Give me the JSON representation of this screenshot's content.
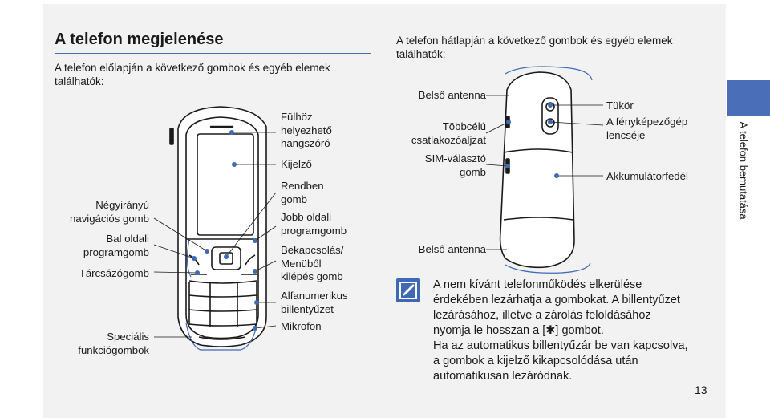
{
  "page": {
    "title": "A telefon megjelenése",
    "front_intro": "A telefon előlapján a következő gombok és egyéb elemek találhatók:",
    "back_intro": "A telefon hátlapján a következő gombok és egyéb elemek találhatók:",
    "sidebar_label": "A telefon bemutatása",
    "page_number": "13"
  },
  "front_labels_left": {
    "nav_key_1": "Négyirányú",
    "nav_key_2": "navigációs gomb",
    "left_soft_1": "Bal oldali",
    "left_soft_2": "programgomb",
    "dial_key": "Tárcsázógomb",
    "special_1": "Speciális",
    "special_2": "funkciógombok"
  },
  "front_labels_right": {
    "earpiece_1": "Fülhöz",
    "earpiece_2": "helyezhető",
    "earpiece_3": "hangszóró",
    "display": "Kijelző",
    "confirm_1": "Rendben",
    "confirm_2": "gomb",
    "right_soft_1": "Jobb oldali",
    "right_soft_2": "programgomb",
    "power_1": "Bekapcsolás/",
    "power_2": "Menüből",
    "power_3": "kilépés gomb",
    "alnum_1": "Alfanumerikus",
    "alnum_2": "billentyűzet",
    "mic": "Mikrofon"
  },
  "back_labels_left": {
    "inner_antenna_top": "Belső antenna",
    "multi_1": "Többcélú",
    "multi_2": "csatlakozóaljzat",
    "sim_1": "SIM-választó",
    "sim_2": "gomb",
    "inner_antenna_bottom": "Belső antenna"
  },
  "back_labels_right": {
    "mirror": "Tükör",
    "lens_1": "A fényképezőgép",
    "lens_2": "lencséje",
    "battery_cover": "Akkumulátorfedél"
  },
  "note": {
    "icon": "note-pencil-icon",
    "lines": [
      "A nem kívánt telefonműködés elkerülése",
      "érdekében lezárhatja a gombokat. A billentyűzet",
      "lezárásához, illetve a zárolás feloldásához",
      "nyomja le hosszan a [✱] gombot.",
      "Ha az automatikus billentyűzár be van kapcsolva,",
      "a gombok a kijelző kikapcsolódása után",
      "automatikusan lezáródnak."
    ]
  },
  "colors": {
    "accent": "#4a6fb8",
    "callout_dot": "#3f68b5",
    "background": "#f2f2f2"
  }
}
